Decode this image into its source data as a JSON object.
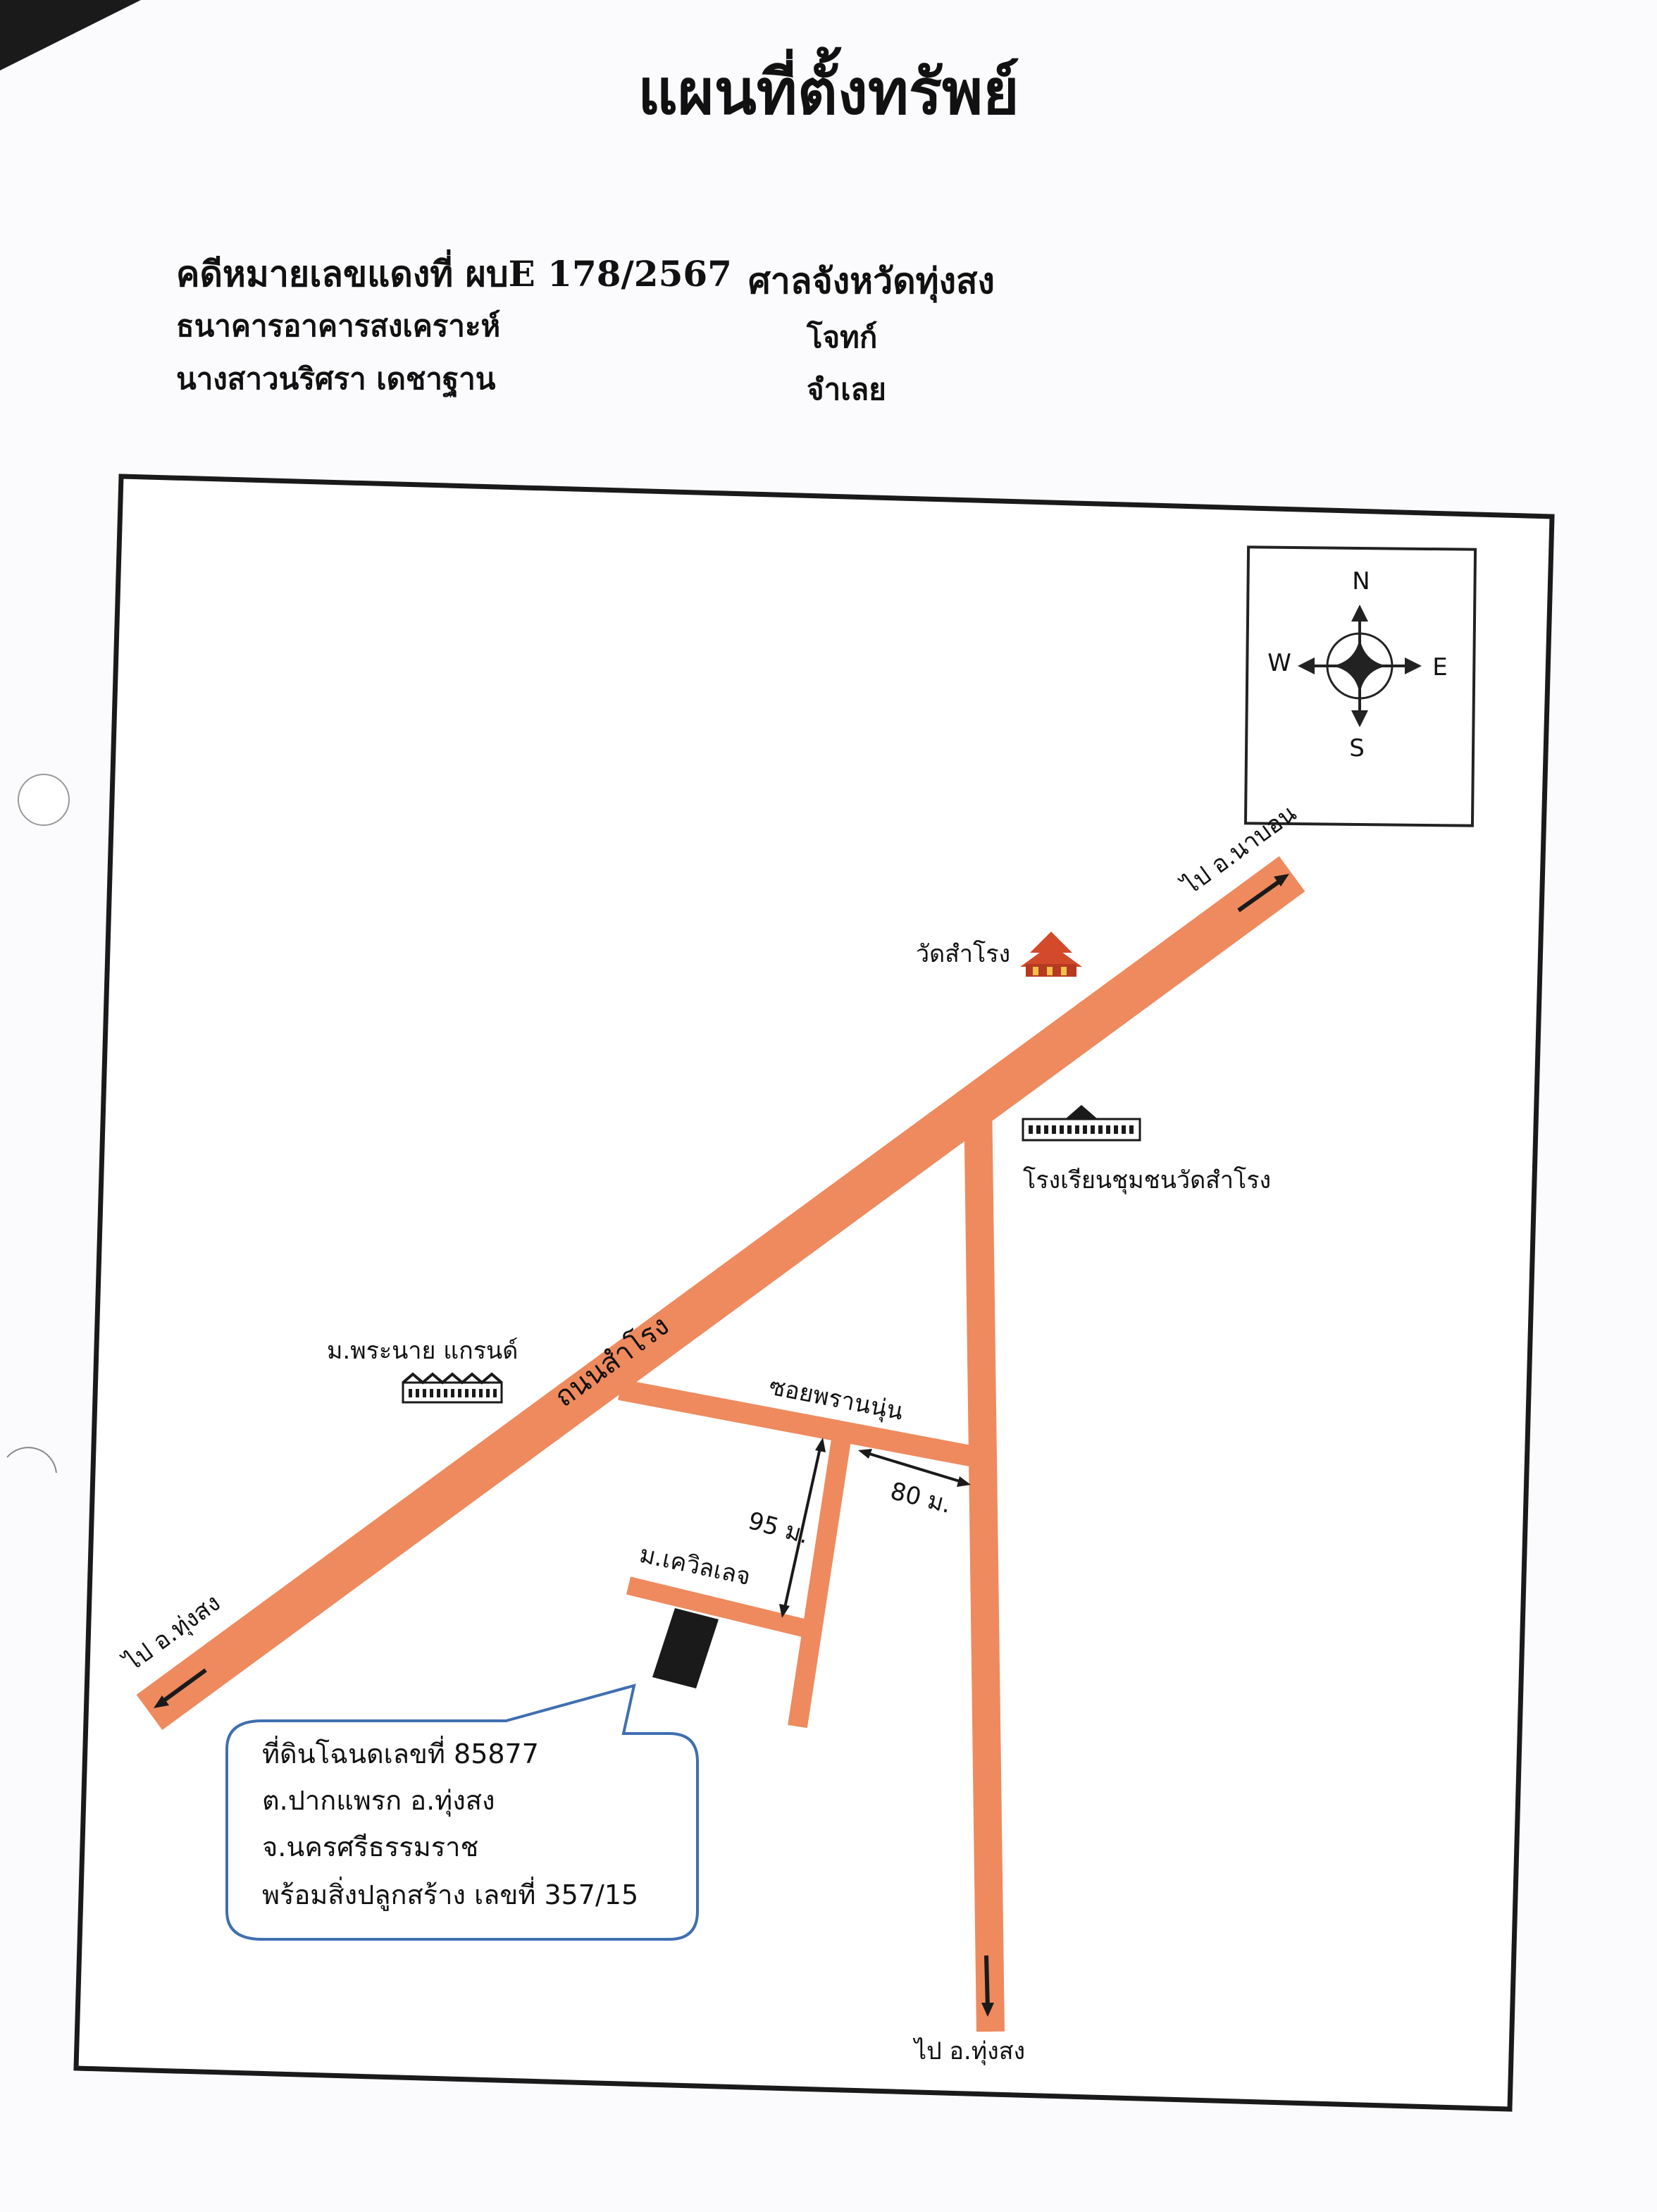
{
  "title": "แผนที่ตั้งทรัพย์",
  "header": {
    "case_number": "คดีหมายเลขแดงที่ ผบE 178/2567",
    "court": "ศาลจังหวัดทุ่งสง",
    "plaintiff_name": "ธนาคารอาคารสงเคราะห์",
    "plaintiff_role": "โจทก์",
    "defendant_name": "นางสาวนริศรา เดชาฐาน",
    "defendant_role": "จำเลย"
  },
  "compass": {
    "north": "N",
    "south": "S",
    "east": "E",
    "west": "W"
  },
  "map": {
    "road_color": "#ee8a5e",
    "main_road_name": "ถนนสำโรง",
    "soi_name": "ซอยพรานนุ่น",
    "to_nabon": "ไป อ.นาบอน",
    "to_thungsong_left": "ไป อ.ทุ่งสง",
    "to_thungsong_bottom": "ไป อ.ทุ่งสง",
    "temple": "วัดสำโรง",
    "school": "โรงเรียนชุมชนวัดสำโรง",
    "village_grand": "ม.พระนาย แกรนด์",
    "village_queen": "ม.เควิลเลจ",
    "distance_80": "80 ม.",
    "distance_95": "95 ม."
  },
  "callout": {
    "line1": "ที่ดินโฉนดเลขที่ 85877",
    "line2": "ต.ปากแพรก อ.ทุ่งสง",
    "line3": "จ.นครศรีธรรมราช",
    "line4": "พร้อมสิ่งปลูกสร้าง เลขที่ 357/15",
    "border_color": "#3f6fb0"
  }
}
